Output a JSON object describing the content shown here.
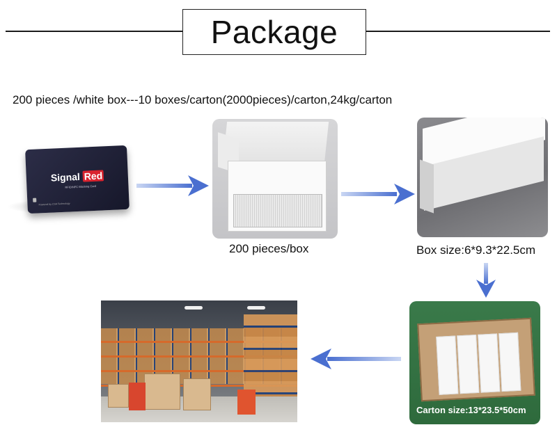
{
  "header": {
    "title": "Package"
  },
  "subtitle": "200 pieces /white box---10 boxes/carton(2000pieces)/carton,24kg/carton",
  "card": {
    "brand_part1": "Signal",
    "brand_part2": "Red",
    "tagline": "RFID/NFC Blocking Card",
    "footer": "Powered by CSA Technology"
  },
  "captions": {
    "open_box": "200 pieces/box",
    "closed_box": "Box size:6*9.3*22.5cm",
    "carton": "Carton size:13*23.5*50cm"
  },
  "colors": {
    "arrow": "#4a6fd0",
    "line": "#1a1a1a",
    "brand_red": "#d9232e"
  }
}
